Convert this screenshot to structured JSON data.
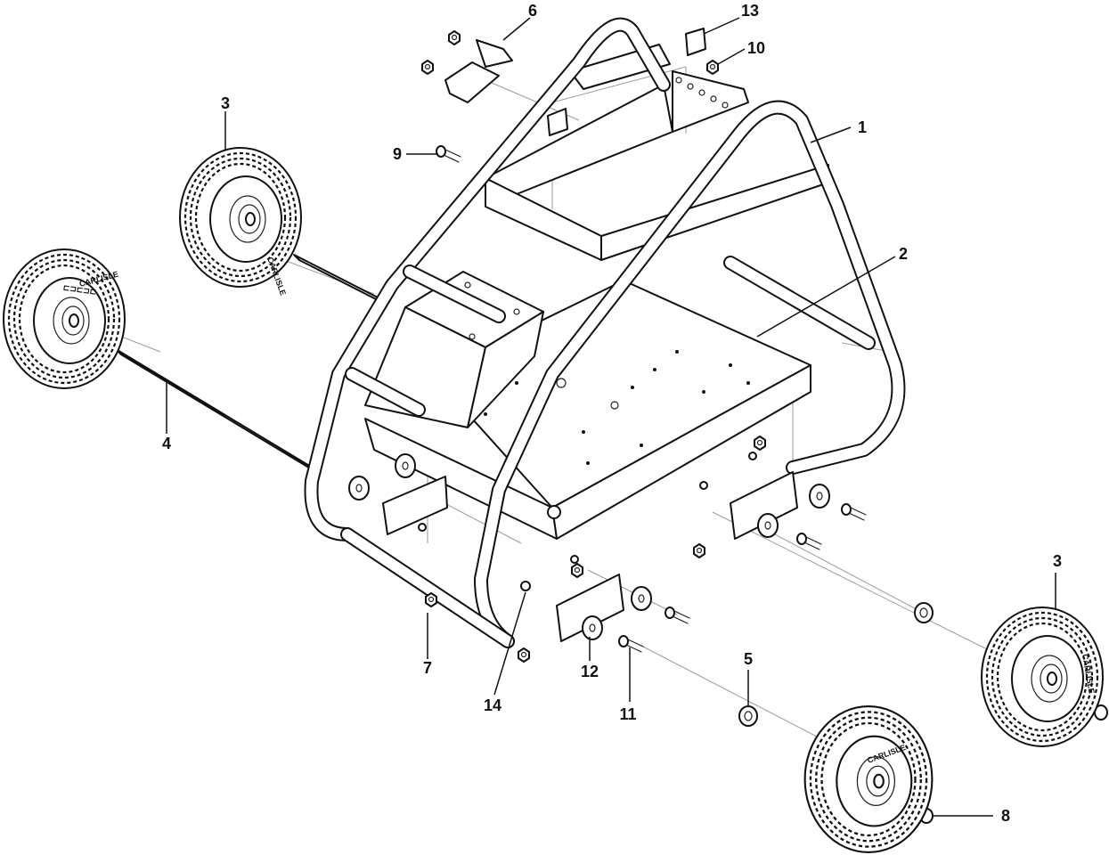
{
  "diagram": {
    "callouts": [
      {
        "id": "c1",
        "label": "1"
      },
      {
        "id": "c2",
        "label": "2"
      },
      {
        "id": "c3a",
        "label": "3"
      },
      {
        "id": "c3b",
        "label": "3"
      },
      {
        "id": "c4",
        "label": "4"
      },
      {
        "id": "c5",
        "label": "5"
      },
      {
        "id": "c6",
        "label": "6"
      },
      {
        "id": "c7",
        "label": "7"
      },
      {
        "id": "c8",
        "label": "8"
      },
      {
        "id": "c9",
        "label": "9"
      },
      {
        "id": "c10",
        "label": "10"
      },
      {
        "id": "c11",
        "label": "11"
      },
      {
        "id": "c12",
        "label": "12"
      },
      {
        "id": "c13",
        "label": "13"
      },
      {
        "id": "c14",
        "label": "14"
      }
    ],
    "tire_brand": "CARLISLE"
  }
}
